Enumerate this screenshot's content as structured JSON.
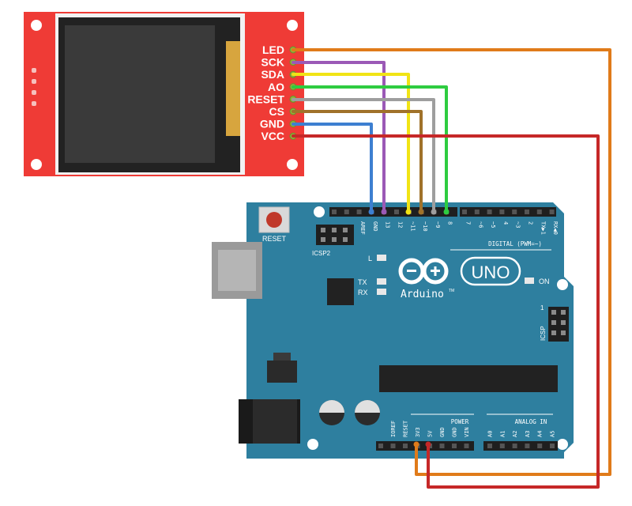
{
  "display_module": {
    "pins": [
      "LED",
      "SCK",
      "SDA",
      "AO",
      "RESET",
      "CS",
      "GND",
      "VCC"
    ]
  },
  "arduino": {
    "reset_label": "RESET",
    "icsp2_label": "ICSP2",
    "icsp_label": "ICSP",
    "icsp_pin1": "1",
    "digital_label": "DIGITAL (PWM=~)",
    "brand": "Arduino",
    "model": "UNO",
    "tm": "TM",
    "led_l": "L",
    "led_tx": "TX",
    "led_rx": "RX",
    "led_on": "ON",
    "power_label": "POWER",
    "analog_label": "ANALOG IN",
    "digital_pins": [
      "AREF",
      "GND",
      "13",
      "12",
      "~11",
      "~10",
      "~9",
      "8",
      "7",
      "~6",
      "~5",
      "4",
      "~3",
      "2",
      "TX▶1",
      "RX◀0"
    ],
    "power_pins": [
      "IOREF",
      "RESET",
      "3V3",
      "5V",
      "GND",
      "GND",
      "VIN"
    ],
    "analog_pins": [
      "A0",
      "A1",
      "A2",
      "A3",
      "A4",
      "A5"
    ]
  },
  "wires": [
    {
      "from": "LED",
      "to": "3V3",
      "color": "#e07b1a"
    },
    {
      "from": "SCK",
      "to": "13",
      "color": "#9b59b6"
    },
    {
      "from": "SDA",
      "to": "~11",
      "color": "#f1e415"
    },
    {
      "from": "AO",
      "to": "8",
      "color": "#2ecc40"
    },
    {
      "from": "RESET",
      "to": "~9",
      "color": "#9e9e9e"
    },
    {
      "from": "CS",
      "to": "~10",
      "color": "#a0722a"
    },
    {
      "from": "GND",
      "to": "GND",
      "color": "#3d7fd1"
    },
    {
      "from": "VCC",
      "to": "5V",
      "color": "#c62828"
    }
  ],
  "colors": {
    "module_red": "#ef3b36",
    "board_teal": "#2e7f9f"
  }
}
